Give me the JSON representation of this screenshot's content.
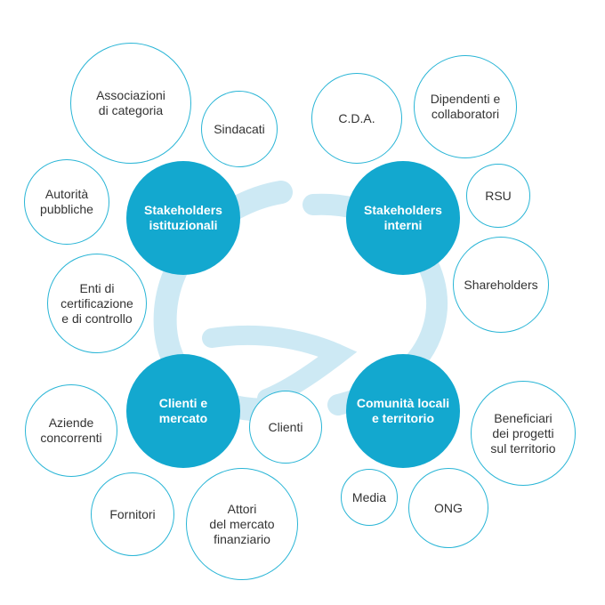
{
  "colors": {
    "primary": "#13a8cf",
    "outline": "#29b5d6",
    "logo": "#cde9f4",
    "text": "#333333"
  },
  "logo": {
    "icon": "swirl-logo-icon"
  },
  "groups": {
    "istituzionali": "Stakeholders\nistituzionali",
    "interni": "Stakeholders\ninterni",
    "clienti": "Clienti e\nmercato",
    "comunita": "Comunità locali\ne territorio"
  },
  "stakeholders": {
    "associazioni": "Associazioni\ndi categoria",
    "sindacati": "Sindacati",
    "autorita": "Autorità\npubbliche",
    "enti": "Enti di\ncertificazione\ne di controllo",
    "cda": "C.D.A.",
    "dipendenti": "Dipendenti e\ncollaboratori",
    "rsu": "RSU",
    "shareholders": "Shareholders",
    "aziende": "Aziende\nconcorrenti",
    "fornitori": "Fornitori",
    "attori": "Attori\ndel mercato\nfinanziario",
    "clienti": "Clienti",
    "beneficiari": "Beneficiari\ndei progetti\nsul territorio",
    "media": "Media",
    "ong": "ONG"
  }
}
